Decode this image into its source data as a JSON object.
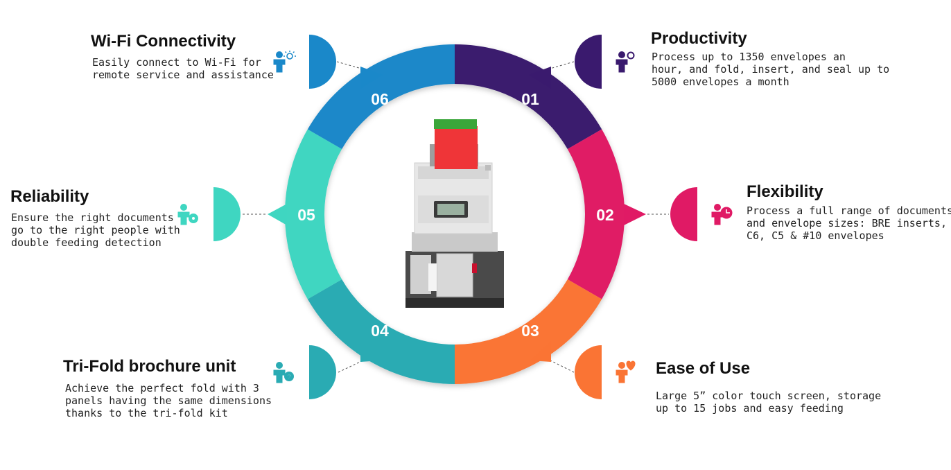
{
  "colors": {
    "s01": "#3a1a6e",
    "s02": "#e01a65",
    "s03": "#fa7434",
    "s04": "#2aabb3",
    "s05": "#3fd6c1",
    "s06": "#1a88c9"
  },
  "segments": [
    {
      "num": "01",
      "color": "#3a1a6e",
      "icon": "person-with-gear-icon"
    },
    {
      "num": "02",
      "color": "#e01a65",
      "icon": "person-with-clock-icon"
    },
    {
      "num": "03",
      "color": "#fa7434",
      "icon": "person-with-heart-icon"
    },
    {
      "num": "04",
      "color": "#2aabb3",
      "icon": "person-with-question-icon"
    },
    {
      "num": "05",
      "color": "#3fd6c1",
      "icon": "person-with-cog-icon"
    },
    {
      "num": "06",
      "color": "#1a88c9",
      "icon": "person-with-lightbulb-icon"
    }
  ],
  "features": {
    "productivity": {
      "title": "Productivity",
      "lines": [
        "Process up to 1350 envelopes an",
        "hour, and fold, insert, and seal up to",
        "5000 envelopes a month"
      ]
    },
    "flexibility": {
      "title": "Flexibility",
      "lines": [
        "Process a full range of documents",
        "and envelope sizes: BRE inserts,",
        "C6, C5 & #10 envelopes"
      ]
    },
    "ease": {
      "title": "Ease of Use",
      "lines": [
        "Large 5” color touch screen, storage",
        "up to 15 jobs and easy feeding"
      ]
    },
    "trifold": {
      "title": "Tri-Fold brochure unit",
      "lines": [
        "Achieve the perfect fold with 3",
        "panels having the same dimensions",
        "thanks to the tri-fold kit"
      ]
    },
    "reliability": {
      "title": "Reliability",
      "lines": [
        "Ensure the right documents",
        "go to the right people with",
        "double feeding detection"
      ]
    },
    "wifi": {
      "title": "Wi-Fi Connectivity",
      "lines": [
        "Easily connect to Wi-Fi for",
        "remote service and assistance"
      ]
    }
  }
}
